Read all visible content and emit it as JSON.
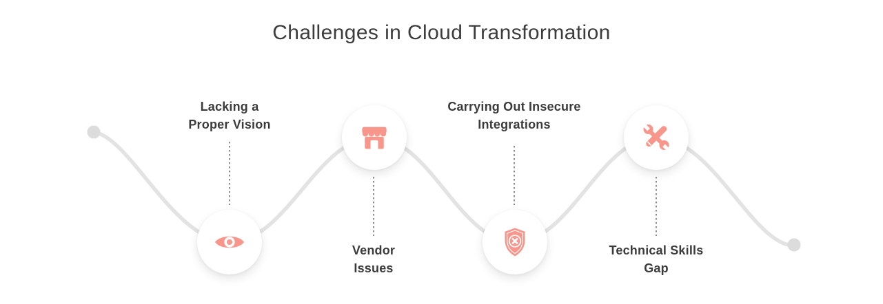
{
  "title": "Challenges in Cloud Transformation",
  "items": [
    {
      "label_line1": "Lacking a",
      "label_line2": "Proper Vision",
      "icon": "eye-icon"
    },
    {
      "label_line1": "Vendor",
      "label_line2": "Issues",
      "icon": "storefront-icon"
    },
    {
      "label_line1": "Carrying Out Insecure",
      "label_line2": "Integrations",
      "icon": "shield-cross-icon"
    },
    {
      "label_line1": "Technical Skills",
      "label_line2": "Gap",
      "icon": "crossed-tools-icon"
    }
  ],
  "colors": {
    "accent": "#F9968B",
    "wave_line": "#E3E3E3",
    "endpoint_dot": "#DCDCDC",
    "connector_dots": "#8C8C8C",
    "heading_text": "#3C3C3C",
    "label_text": "#3B3B3B",
    "background": "#FFFFFF"
  }
}
